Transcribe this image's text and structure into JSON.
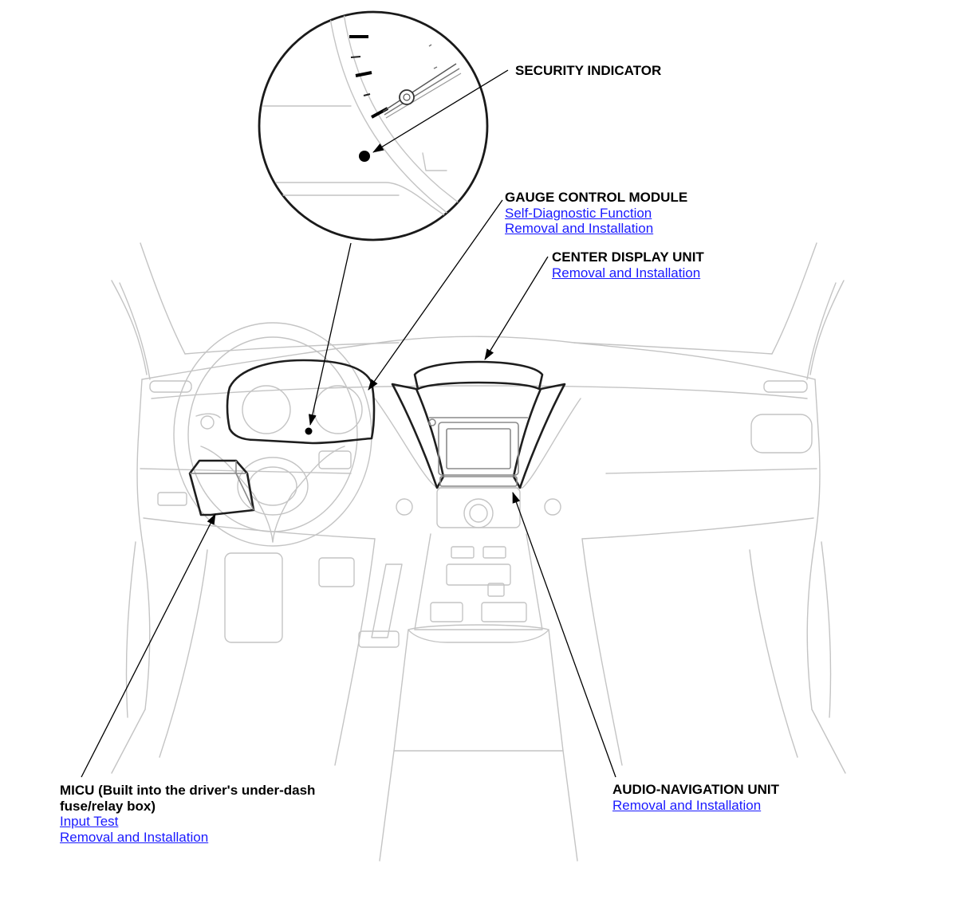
{
  "callouts": {
    "security_indicator": {
      "title": "SECURITY INDICATOR"
    },
    "gauge_control_module": {
      "title": "GAUGE CONTROL MODULE",
      "links": [
        "Self-Diagnostic Function",
        "Removal and Installation"
      ]
    },
    "center_display_unit": {
      "title": "CENTER DISPLAY UNIT",
      "links": [
        "Removal and Installation"
      ]
    },
    "micu": {
      "title": "MICU (Built into the driver's under-dash fuse/relay box)",
      "links": [
        "Input Test",
        "Removal and Installation"
      ]
    },
    "audio_navigation_unit": {
      "title": "AUDIO-NAVIGATION UNIT",
      "links": [
        "Removal and Installation"
      ]
    }
  },
  "colors": {
    "link": "#1a1aff",
    "label": "#000000",
    "drawing_light": "#c4c4c4",
    "drawing_dark": "#1e1e1e"
  }
}
